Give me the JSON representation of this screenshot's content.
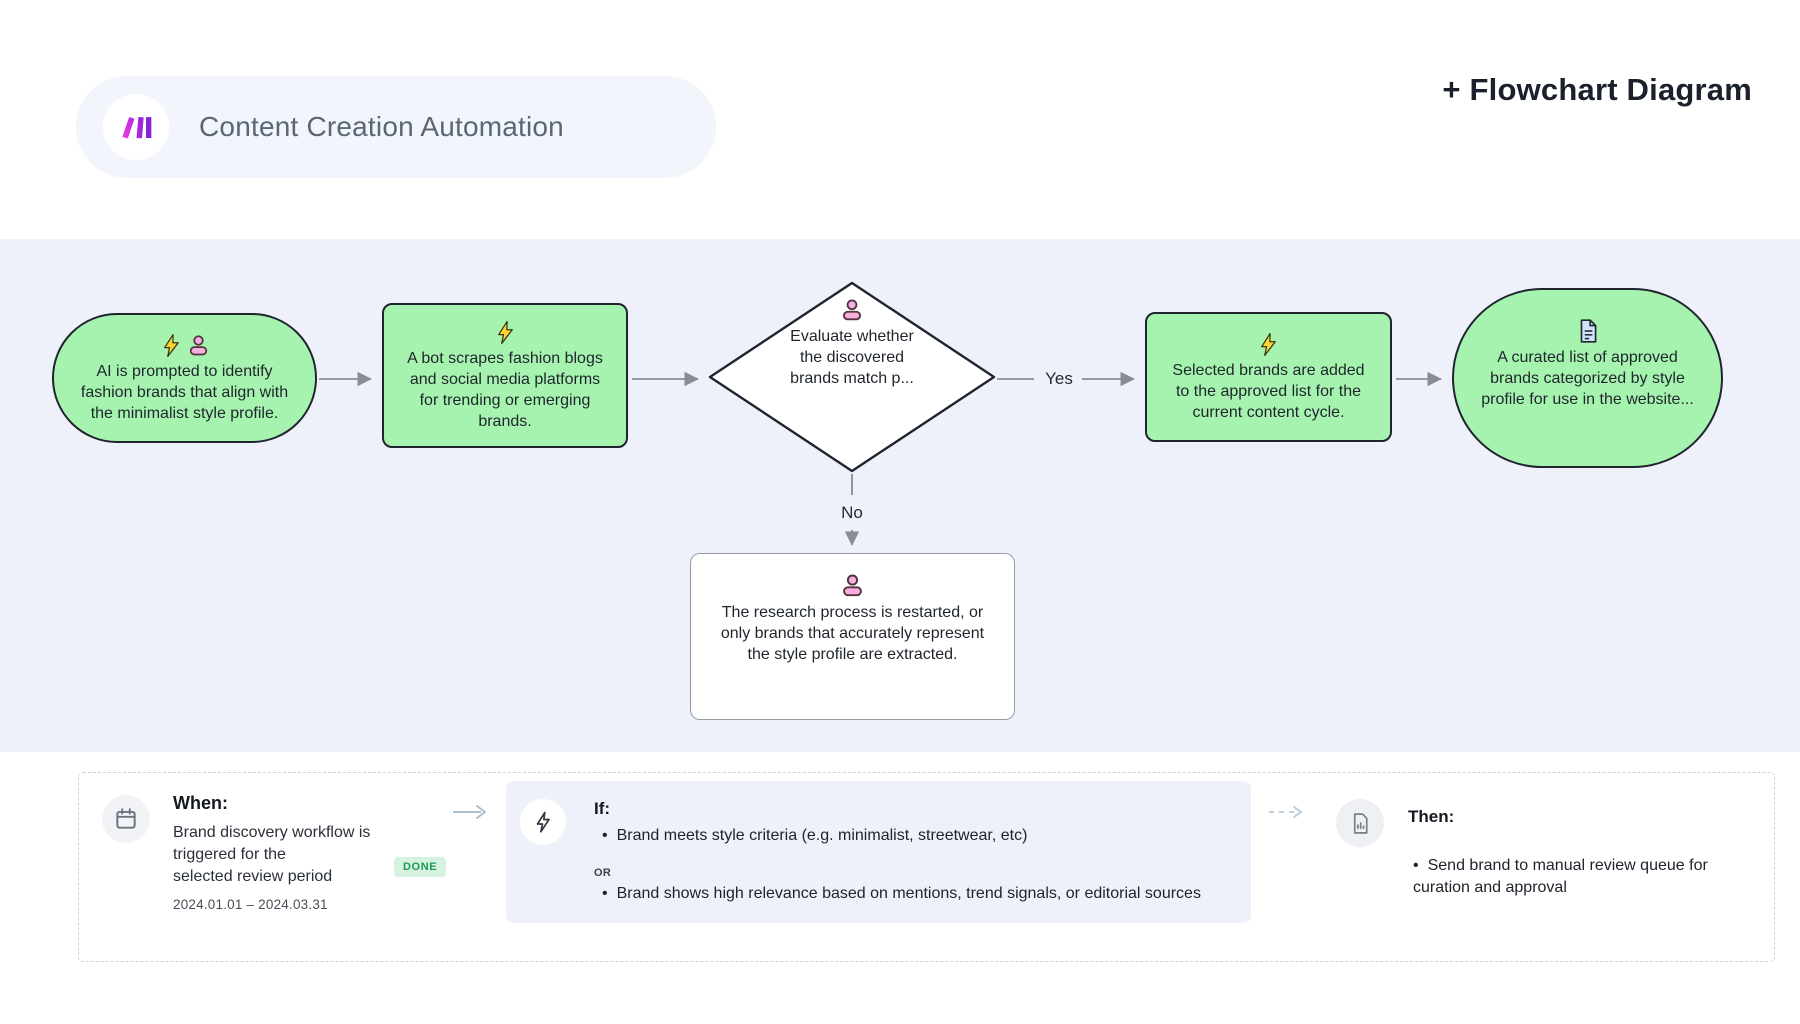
{
  "header": {
    "title": "Content Creation Automation",
    "page_title": "+ Flowchart Diagram"
  },
  "flowchart": {
    "nodes": [
      {
        "id": "start",
        "shape": "stadium",
        "icons": [
          "lightning-icon",
          "person-icon"
        ],
        "text": "AI is prompted to identify\nfashion brands that align with\nthe minimalist style profile."
      },
      {
        "id": "scrape",
        "shape": "rect",
        "icons": [
          "lightning-icon"
        ],
        "text": "A bot scrapes fashion blogs\nand social media platforms\nfor trending or emerging\nbrands."
      },
      {
        "id": "evaluate",
        "shape": "diamond",
        "icons": [
          "person-icon"
        ],
        "text": "Evaluate whether\nthe discovered\nbrands match p..."
      },
      {
        "id": "approve",
        "shape": "rect",
        "icons": [
          "lightning-icon"
        ],
        "text": "Selected brands are added\nto the approved list for the\ncurrent content cycle."
      },
      {
        "id": "output",
        "shape": "stadium",
        "icons": [
          "document-icon"
        ],
        "text": "A curated list of approved\nbrands categorized by style\nprofile for use in the website..."
      },
      {
        "id": "restart",
        "shape": "rect-white",
        "icons": [
          "person-icon"
        ],
        "text": "The research process is restarted, or\nonly brands that accurately represent\nthe style profile are extracted."
      }
    ],
    "edges": {
      "yes_label": "Yes",
      "no_label": "No"
    },
    "colors": {
      "node_green": "#a6f3b0",
      "node_border": "#20242e",
      "band_bg": "#eef1fa",
      "arrow": "#878d96",
      "person_pink": "#f6aede",
      "lightning_yellow": "#ffd633"
    }
  },
  "rule_panel": {
    "when": {
      "label": "When:",
      "text": "Brand discovery workflow is\ntriggered for the\nselected review period",
      "badge": "DONE",
      "date_range": "2024.01.01 – 2024.03.31"
    },
    "if": {
      "label": "If:",
      "operator": "OR",
      "conditions": [
        "Brand meets style criteria (e.g. minimalist, streetwear, etc)",
        "Brand shows high relevance based on mentions, trend signals, or editorial sources"
      ]
    },
    "then": {
      "label": "Then:",
      "actions": [
        "Send brand to manual review queue for\ncuration and approval"
      ]
    }
  }
}
